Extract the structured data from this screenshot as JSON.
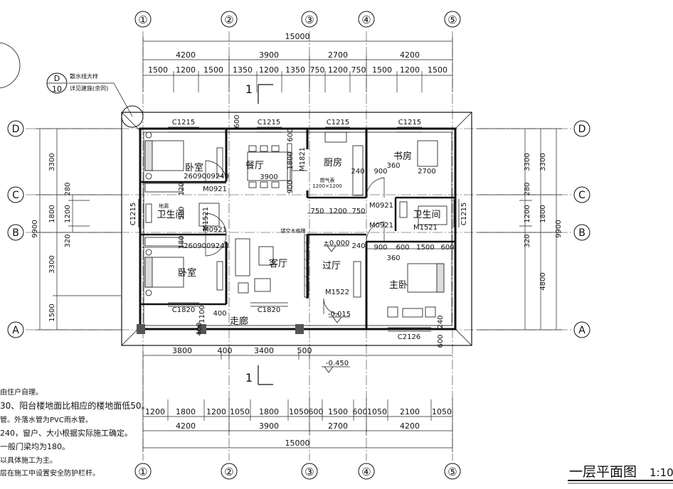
{
  "drawing": {
    "title": "一层平面图",
    "scale": "1:10",
    "section_mark": "1",
    "detail_callout": {
      "letter": "D",
      "number": "10",
      "line1": "散水线大样",
      "line2": "详见建施(余同)"
    }
  },
  "axes": {
    "columns": [
      "①",
      "②",
      "③",
      "④",
      "⑤"
    ],
    "rows": [
      "D",
      "C",
      "B",
      "A"
    ]
  },
  "dims": {
    "top_total": "15000",
    "top_spans": [
      "4200",
      "3900",
      "2700",
      "4200"
    ],
    "top_detail": [
      "1500",
      "1200",
      "1500",
      "1350",
      "1200",
      "1350",
      "750",
      "1200",
      "750",
      "1500",
      "1200",
      "1500"
    ],
    "bottom_detail": [
      "1200",
      "1800",
      "1200",
      "1050",
      "1800",
      "1050",
      "600",
      "1500",
      "600",
      "1050",
      "2100",
      "1050"
    ],
    "bottom_spans": [
      "4200",
      "3900",
      "2700",
      "4200"
    ],
    "bottom_total": "15000",
    "inner_bottom": [
      "3800",
      "400",
      "3400",
      "500"
    ],
    "left_spans": [
      "3300",
      "1800",
      "3300",
      "1500"
    ],
    "left_detail": [
      "280",
      "1200",
      "320"
    ],
    "left_total": "9900",
    "right_spans": [
      "3300",
      "1800",
      "4800"
    ],
    "right_detail": [
      "280",
      "1200",
      "320"
    ],
    "right_total": "9900",
    "right_outer": "3300",
    "right_outer_mid": "1800"
  },
  "rooms": {
    "bedroom_top": "卧室",
    "dining": "餐厅",
    "kitchen": "厨房",
    "study": "书房",
    "bath_left": "卫生间",
    "bath_right": "卫生间",
    "bedroom_bottom": "卧室",
    "living": "客厅",
    "hall": "过厅",
    "master": "主卧",
    "corridor": "走廊"
  },
  "labels": {
    "c1215_a": "C1215",
    "c1215_b": "C1215",
    "c1215_c": "C1215",
    "c1215_d": "C1215",
    "c1215_left": "C1215",
    "c1215_right": "C1215",
    "c1820_a": "C1820",
    "c1820_b": "C1820",
    "c2126": "C2126",
    "m1821": "M1821",
    "m0921_a": "M0921",
    "m0921_b": "M0921",
    "m0921_c": "M0921",
    "m0921_d": "M0921",
    "m1521_a": "M1521",
    "m1521_b": "M1521",
    "m1522": "M1522",
    "d600_top": "600",
    "d600_kit": "600",
    "d1800_kit": "1800",
    "d900_kit": "900",
    "d3900_din": "3900",
    "d240_a": "240",
    "d240_b": "240",
    "d240_c": "240",
    "d240_d": "240",
    "d900_study": "900",
    "d360_study": "360",
    "d2700_study": "2700",
    "d750_a": "750",
    "d1200_mid": "1200",
    "d750_b": "750",
    "d2609_a": "2609009240",
    "d2609_b": "2609009240",
    "d120": "120",
    "d180": "180",
    "d500": "500",
    "d1100": "1100",
    "d400": "400",
    "d400b": "400",
    "d900_m": "900",
    "d600_m1": "600",
    "d1500_m": "1500",
    "d600_m2": "600",
    "d360_m": "360",
    "d600_r": "600",
    "d240_r": "240",
    "lvl_0": "±0.000",
    "lvl_015": "-0.015",
    "lvl_045": "-0.450",
    "wood_partition": "镂空木格栅",
    "kitchen_note_1": "燃气表",
    "kitchen_note_2": "1200×1200",
    "bath_note": "地漏"
  },
  "notes": [
    "由住户自理。",
    "30、阳台楼地面比相应的楼地面低50。",
    "管。外落水管为PVC雨水管。",
    "240，窗户、大小根据实际施工确定。",
    "一般门梁均为180。",
    "以具体施工为主。",
    "层在施工中设置安全防护栏杆。"
  ]
}
